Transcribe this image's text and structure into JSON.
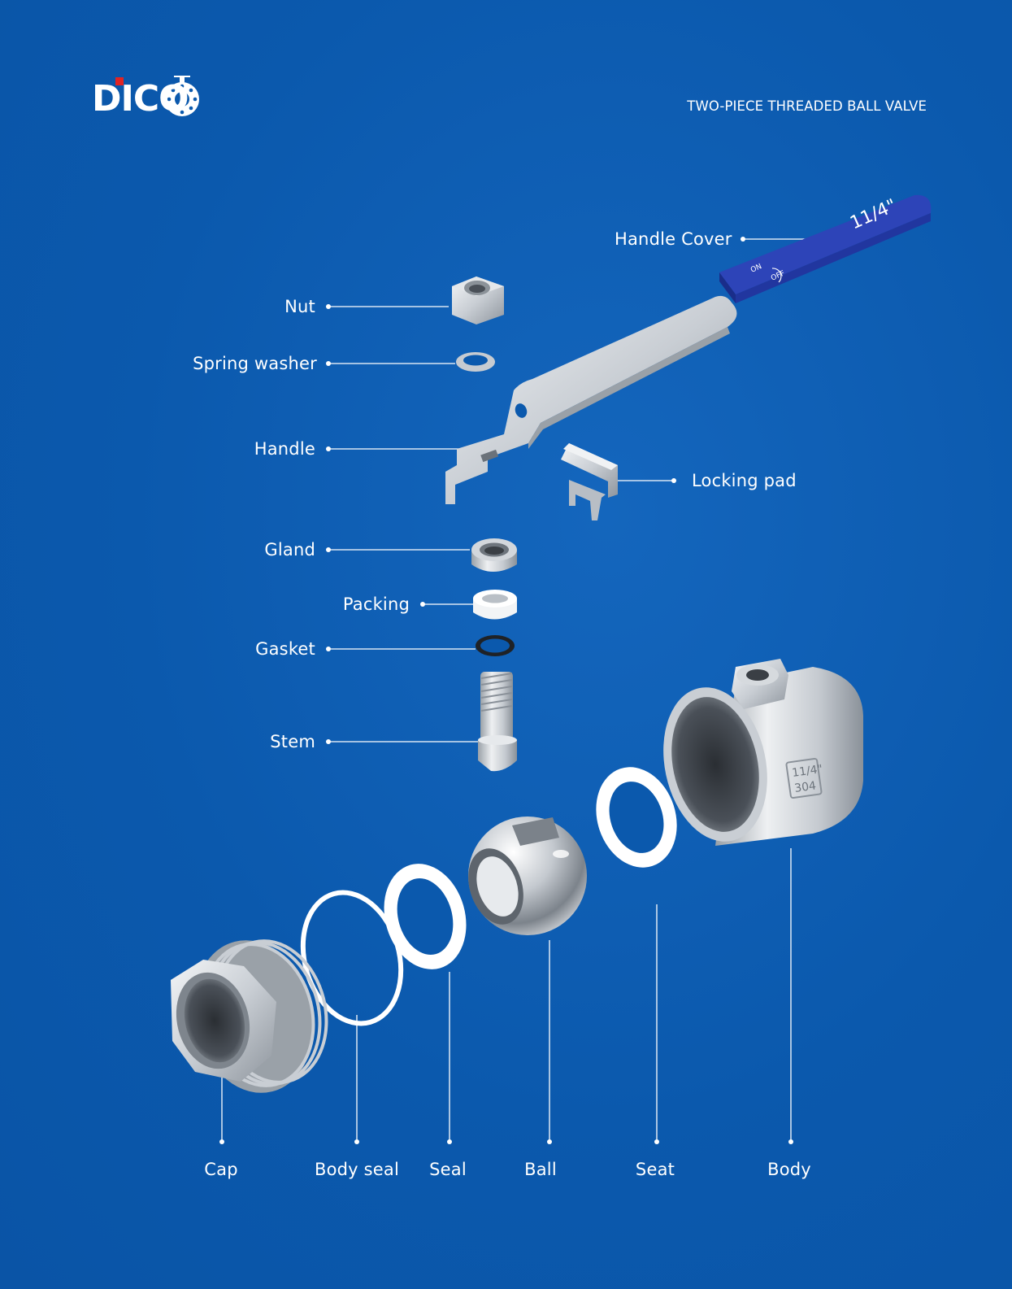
{
  "brand": {
    "name": "DICO"
  },
  "document_title": "TWO-PIECE THREADED BALL VALVE",
  "handle_cover_markings": {
    "size": "11/4\"",
    "on": "ON",
    "off": "OFF"
  },
  "body_markings": {
    "size": "11/4\"",
    "material": "304"
  },
  "labels": {
    "handle_cover": "Handle Cover",
    "nut": "Nut",
    "spring_washer": "Spring washer",
    "handle": "Handle",
    "locking_pad": "Locking  pad",
    "gland": "Gland",
    "packing": "Packing",
    "gasket": "Gasket",
    "stem": "Stem",
    "cap": "Cap",
    "body_seal": "Body seal",
    "seal": "Seal",
    "ball": "Ball",
    "seat": "Seat",
    "body": "Body"
  },
  "colors": {
    "background": "#0b59ad",
    "handle_cover": "#2b3fb3",
    "metal": "#d7dbe0",
    "ptfe": "#ffffff",
    "logo_accent": "#e02424"
  }
}
